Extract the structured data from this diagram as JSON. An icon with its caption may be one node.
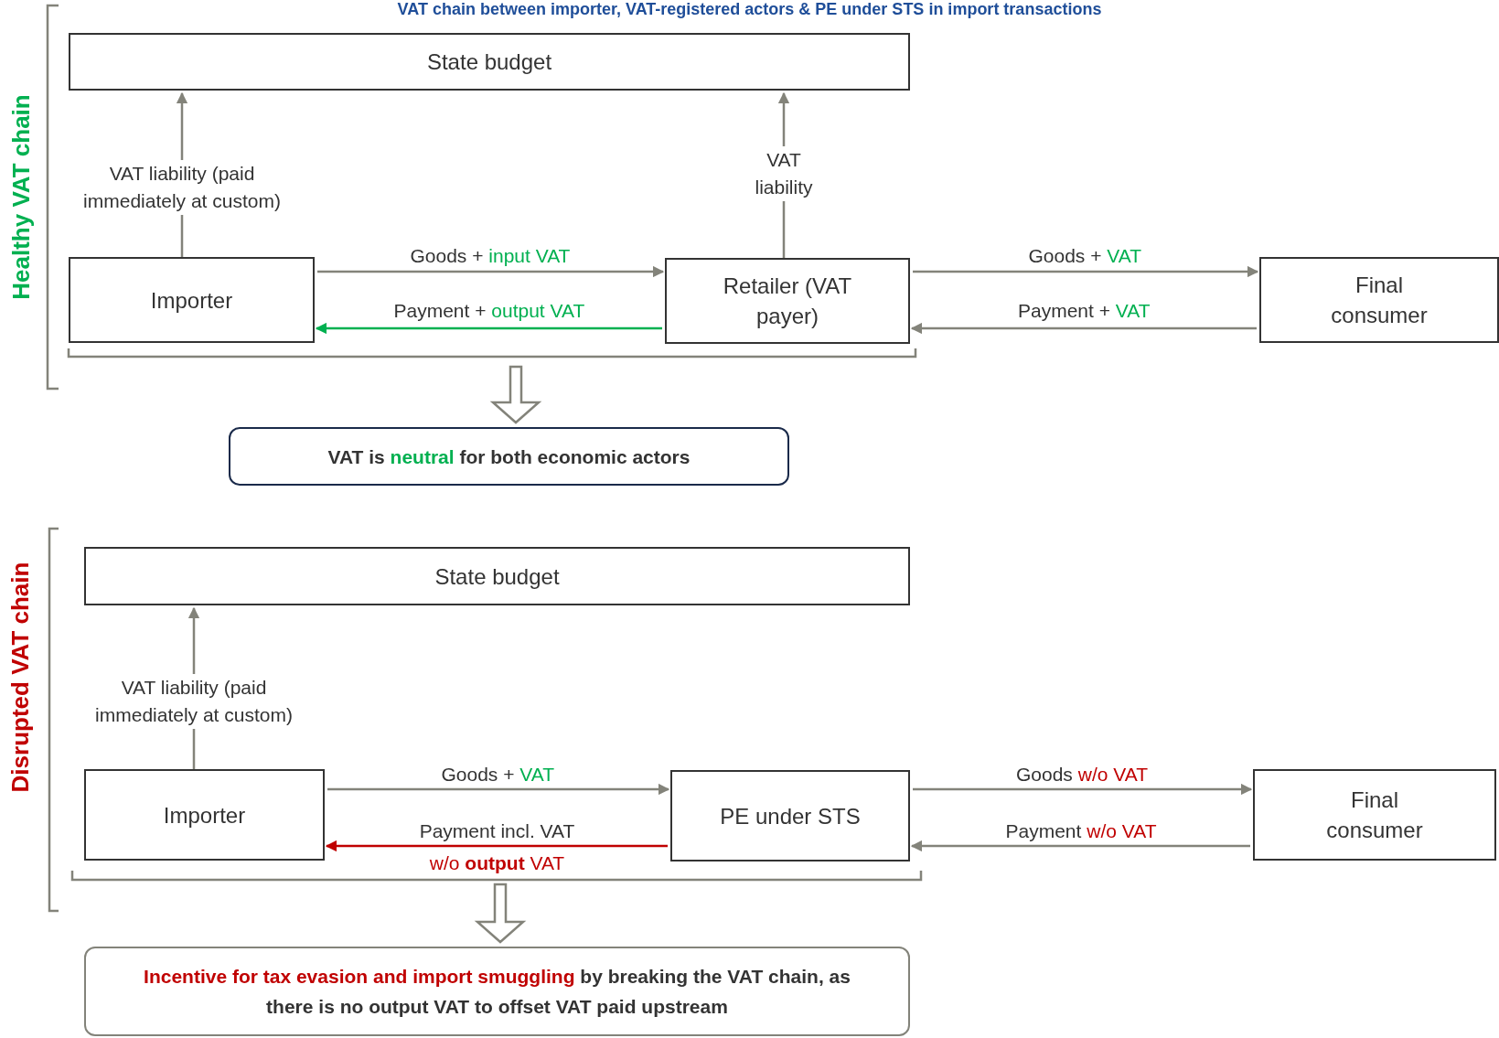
{
  "diagram": {
    "title": "VAT chain between importer, VAT-registered actors & PE under STS in import transactions",
    "nodes": [
      {
        "text": [
          "State budget"
        ]
      },
      {
        "text": [
          "Importer"
        ]
      },
      {
        "text": [
          "Retailer (VAT payer)"
        ]
      },
      {
        "text": [
          "Final consumer"
        ]
      },
      {
        "text": [
          "VAT is *neutral* for both economic actors"
        ]
      },
      {
        "text": [
          "State budget"
        ]
      },
      {
        "text": [
          "Importer"
        ]
      },
      {
        "text": [
          "PE under STS"
        ]
      },
      {
        "text": [
          "Final consumer"
        ]
      },
      {
        "text": [
          "**Incentive for tax evasion and import smuggling** by breaking the VAT chain, as there is no output VAT to offset VAT paid upstream"
        ]
      }
    ],
    "edges": [
      {
        "from": 1,
        "to": 0,
        "arrow": "to",
        "label": "VAT liability (paid immediately at custom)"
      },
      {
        "from": 2,
        "to": 0,
        "arrow": "to",
        "label": "VAT liability"
      },
      {
        "from": 1,
        "to": 2,
        "arrow": "to",
        "label": "Goods + *input VAT*"
      },
      {
        "from": 2,
        "to": 1,
        "arrow": "to",
        "label": "Payment + *output VAT*",
        "color": "#00b050"
      },
      {
        "from": 2,
        "to": 3,
        "arrow": "to",
        "label": "Goods + *VAT*"
      },
      {
        "from": 3,
        "to": 2,
        "arrow": "to",
        "label": "Payment + *VAT*"
      },
      {
        "from": null,
        "to": 4,
        "arrow": "to",
        "style": "thick"
      },
      {
        "from": 6,
        "to": 5,
        "arrow": "to",
        "label": "VAT liability (paid immediately at custom)"
      },
      {
        "from": 6,
        "to": 7,
        "arrow": "to",
        "label": "Goods + *VAT*"
      },
      {
        "from": 7,
        "to": 6,
        "arrow": "to",
        "label": "Payment incl. VAT **w/o *output* VAT**",
        "color": "#c00000"
      },
      {
        "from": 7,
        "to": 8,
        "arrow": "to",
        "label": "Goods **w/o VAT**"
      },
      {
        "from": 8,
        "to": 7,
        "arrow": "to",
        "label": "Payment **w/o VAT**"
      },
      {
        "from": null,
        "to": 9,
        "arrow": "to",
        "style": "thick"
      }
    ],
    "labels": [
      "Healthy VAT chain",
      "Disrupted VAT chain"
    ]
  }
}
